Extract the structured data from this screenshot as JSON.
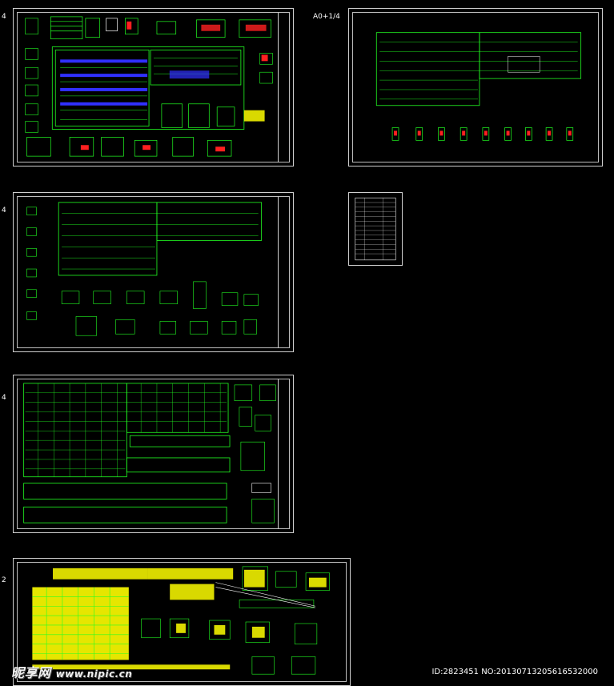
{
  "scale_labels": {
    "sheet1": "4",
    "sheet2": "A0+1/4",
    "sheet3": "4",
    "sheet4": "4",
    "sheet5": "2"
  },
  "sheets": [
    {
      "name": "drawing-sheet-1",
      "title": "Foundation plan sheet"
    },
    {
      "name": "drawing-sheet-2",
      "title": "Column layout sheet"
    },
    {
      "name": "drawing-sheet-3",
      "title": "Beam plan sheet"
    },
    {
      "name": "drawing-sheet-4",
      "title": "Roof framing sheet"
    },
    {
      "name": "drawing-sheet-5",
      "title": "Slab reinforcement sheet"
    },
    {
      "name": "drawing-index",
      "title": "Drawing index"
    }
  ],
  "colors": {
    "background": "#000000",
    "cad_line": "#22ff22",
    "cad_accent": "#ffff00",
    "cad_red": "#ff2020",
    "cad_blue": "#3030ff",
    "frame": "#cfcfcf"
  },
  "watermark": {
    "brand": "昵享网",
    "url": "www.nipic.cn"
  },
  "image_id": "ID:2823451 NO:20130713205616532000"
}
